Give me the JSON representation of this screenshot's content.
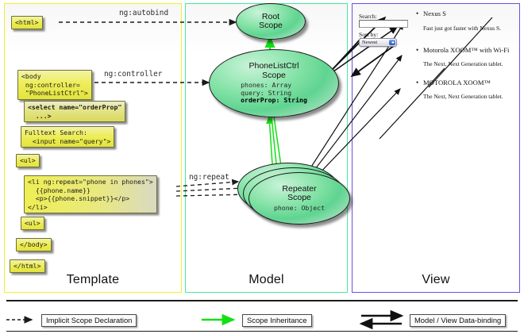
{
  "panels": {
    "template": {
      "label": "Template",
      "border_color": "#f2ef2b"
    },
    "model": {
      "label": "Model",
      "border_color": "#45e8a2"
    },
    "view": {
      "label": "View",
      "border_color": "#6b4fe0"
    }
  },
  "template_code": [
    {
      "name": "html-open-tag",
      "text": "<html>"
    },
    {
      "name": "body-controller-tag",
      "text": "<body\n ng:controller=\n \"PhoneListCtrl\">"
    },
    {
      "name": "select-orderprop-tag",
      "text": "<select name=\"orderProp\"\n  ...>"
    },
    {
      "name": "fulltext-search-input",
      "text": "Fulltext Search:\n  <input name=\"query\">"
    },
    {
      "name": "ul-open-tag",
      "text": "<ul>"
    },
    {
      "name": "li-ngrepeat-block",
      "text": "<li ng:repeat=\"phone in phones\">\n  {{phone.name}}\n  <p>{{phone.snippet}}</p>\n</li>"
    },
    {
      "name": "ul-close-tag",
      "text": "<ul>"
    },
    {
      "name": "body-close-tag",
      "text": "</body>"
    },
    {
      "name": "html-close-tag",
      "text": "</html>"
    }
  ],
  "edge_labels": {
    "autobind": "ng:autobind",
    "controller": "ng:controller",
    "repeat": "ng:repeat"
  },
  "scopes": {
    "root": {
      "title_line1": "Root",
      "title_line2": "Scope",
      "props": []
    },
    "phonelistctrl": {
      "title_line1": "PhoneListCtrl",
      "title_line2": "Scope",
      "props": [
        "phones: Array",
        "query: String",
        "orderProp: String"
      ],
      "bold_prop": "orderProp: String"
    },
    "repeater": {
      "title_line1": "Repeater",
      "title_line2": "Scope",
      "props": [
        "phone: Object"
      ]
    }
  },
  "view": {
    "search_label": "Search:",
    "search_value": "",
    "sort_label": "Sort by:",
    "sort_selected": "Newest",
    "phones": [
      {
        "name": "Nexus S",
        "snippet": "Fast just got faster with Nexus S."
      },
      {
        "name": "Motorola XOOM™ with Wi-Fi",
        "snippet": "The Next, Next Generation tablet."
      },
      {
        "name": "MOTOROLA XOOM™",
        "snippet": "The Next, Next Generation tablet."
      }
    ]
  },
  "legend": [
    {
      "name": "legend-implicit-scope-declaration",
      "label": "Implicit Scope Declaration",
      "style": "dashed-arrow",
      "color": "#1a1a1a"
    },
    {
      "name": "legend-scope-inheritance",
      "label": "Scope Inheritance",
      "style": "solid-arrow",
      "color": "#14e114"
    },
    {
      "name": "legend-model-view-data-binding",
      "label": "Model / View Data-binding",
      "style": "double-arrow",
      "color": "#1a1a1a"
    }
  ]
}
